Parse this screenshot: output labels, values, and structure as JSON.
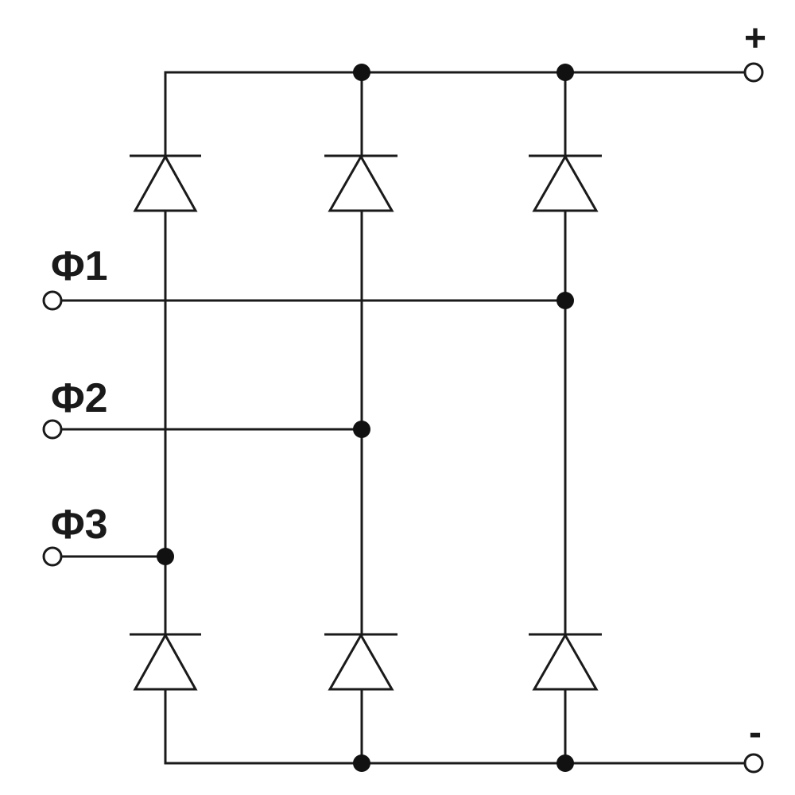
{
  "labels": {
    "plus": "+",
    "minus": "-",
    "phase1": "Φ1",
    "phase2": "Φ2",
    "phase3": "Φ3"
  },
  "colors": {
    "ink": "#1a1a1a",
    "background": "#ffffff"
  },
  "components": {
    "diodes": 6,
    "junction_dots": 7,
    "terminals": 5
  }
}
